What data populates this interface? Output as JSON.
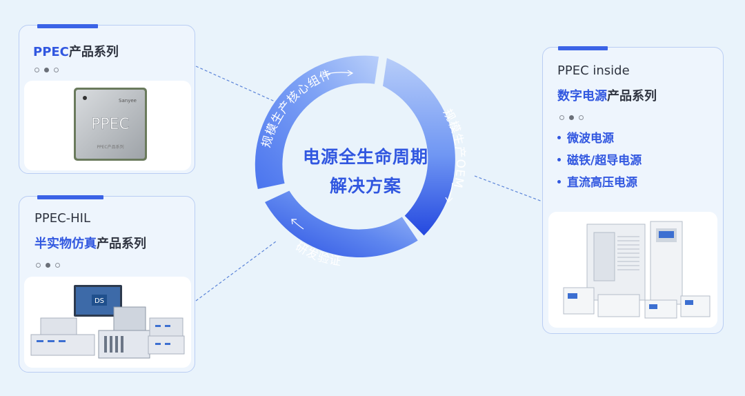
{
  "center": {
    "line1": "电源全生命周期",
    "line2": "解决方案"
  },
  "ring": {
    "segment_top_left": "规模生产核心组件",
    "segment_right": "规模生产OEM",
    "segment_bottom_left": "研发验证"
  },
  "cards": {
    "ppec_series": {
      "title_hl": "PPEC",
      "title_rest": "产品系列",
      "chip_brand": "Sanyee",
      "chip_label": "PPEC",
      "chip_small_text": "PPEC产品系列"
    },
    "ppec_hil": {
      "title": "PPEC-HIL",
      "subtitle_hl": "半实物仿真",
      "subtitle_rest": "产品系列",
      "screen_label": "DS"
    },
    "ppec_inside": {
      "title": "PPEC inside",
      "subtitle_hl": "数字电源",
      "subtitle_rest": "产品系列",
      "features": [
        "微波电源",
        "磁铁/超导电源",
        "直流高压电源"
      ]
    }
  },
  "colors": {
    "accent": "#3157e0",
    "ring_light": "#8fb2f5",
    "ring_dark": "#2b55e4",
    "bg": "#e9f3fb"
  }
}
